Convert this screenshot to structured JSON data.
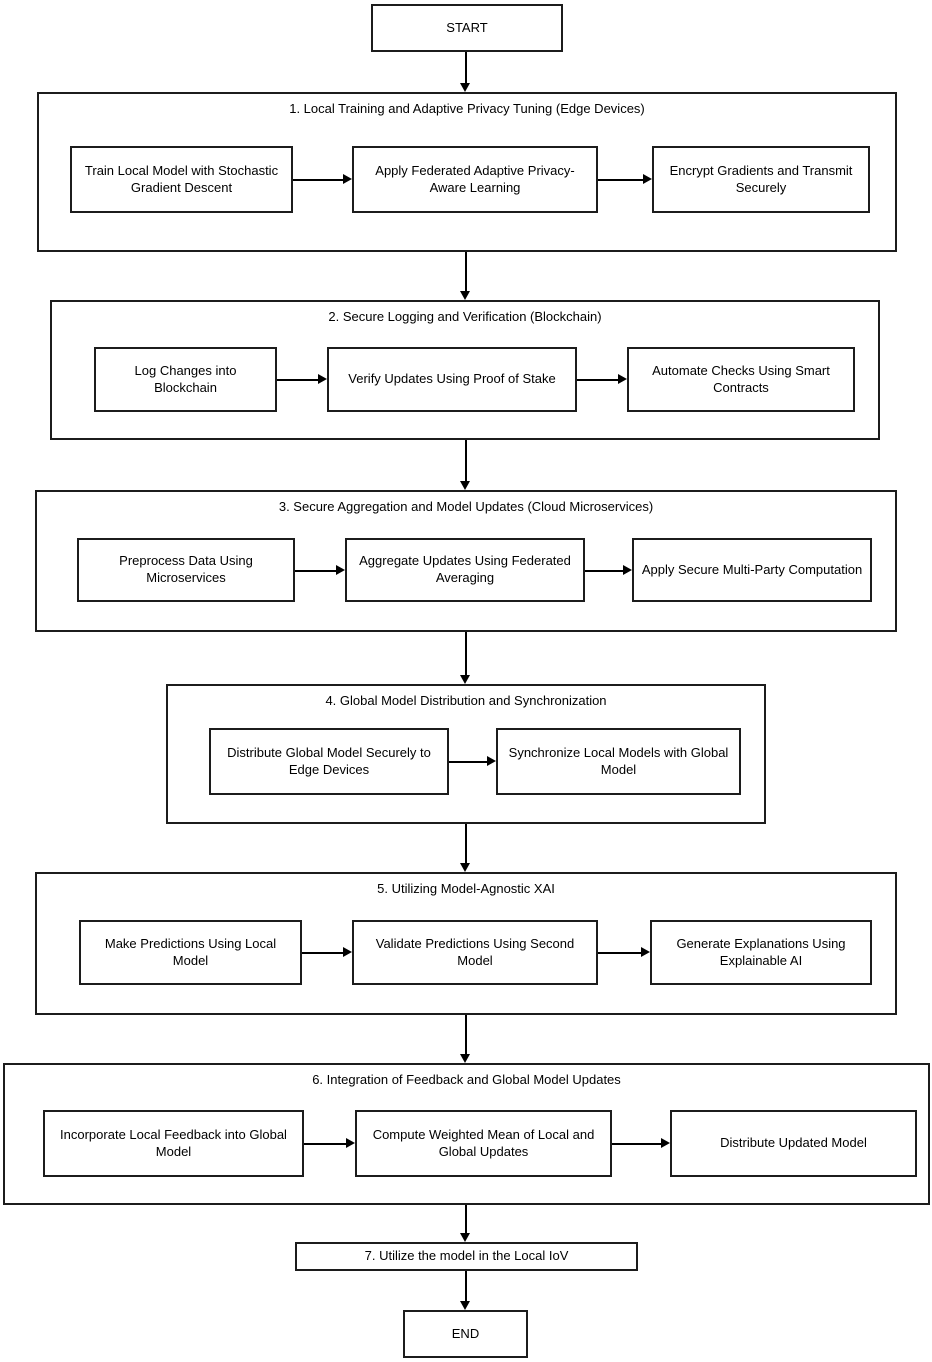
{
  "flowchart": {
    "start_label": "START",
    "end_label": "END",
    "final_step_label": "7. Utilize the model in the Local IoV",
    "colors": {
      "line": "#1c1c1c",
      "background": "#ffffff",
      "text": "#000000"
    },
    "sections": [
      {
        "title": "1. Local Training and Adaptive Privacy Tuning (Edge Devices)",
        "steps": [
          "Train Local Model with Stochastic Gradient Descent",
          "Apply Federated Adaptive Privacy-Aware Learning",
          "Encrypt Gradients and Transmit Securely"
        ]
      },
      {
        "title": "2. Secure Logging and Verification (Blockchain)",
        "steps": [
          "Log Changes into Blockchain",
          "Verify Updates Using Proof of Stake",
          "Automate Checks Using Smart Contracts"
        ]
      },
      {
        "title": "3. Secure Aggregation and Model Updates (Cloud Microservices)",
        "steps": [
          "Preprocess Data Using Microservices",
          "Aggregate Updates Using Federated Averaging",
          "Apply Secure Multi-Party Computation"
        ]
      },
      {
        "title": "4. Global Model Distribution and Synchronization",
        "steps": [
          "Distribute Global Model Securely to Edge Devices",
          "Synchronize Local Models with Global Model"
        ]
      },
      {
        "title": "5. Utilizing Model-Agnostic XAI",
        "steps": [
          "Make Predictions Using Local Model",
          "Validate Predictions Using Second Model",
          "Generate Explanations Using Explainable AI"
        ]
      },
      {
        "title": "6. Integration of Feedback and Global Model Updates",
        "steps": [
          "Incorporate Local Feedback into Global Model",
          "Compute Weighted Mean of Local and Global Updates",
          "Distribute Updated Model"
        ]
      }
    ]
  }
}
